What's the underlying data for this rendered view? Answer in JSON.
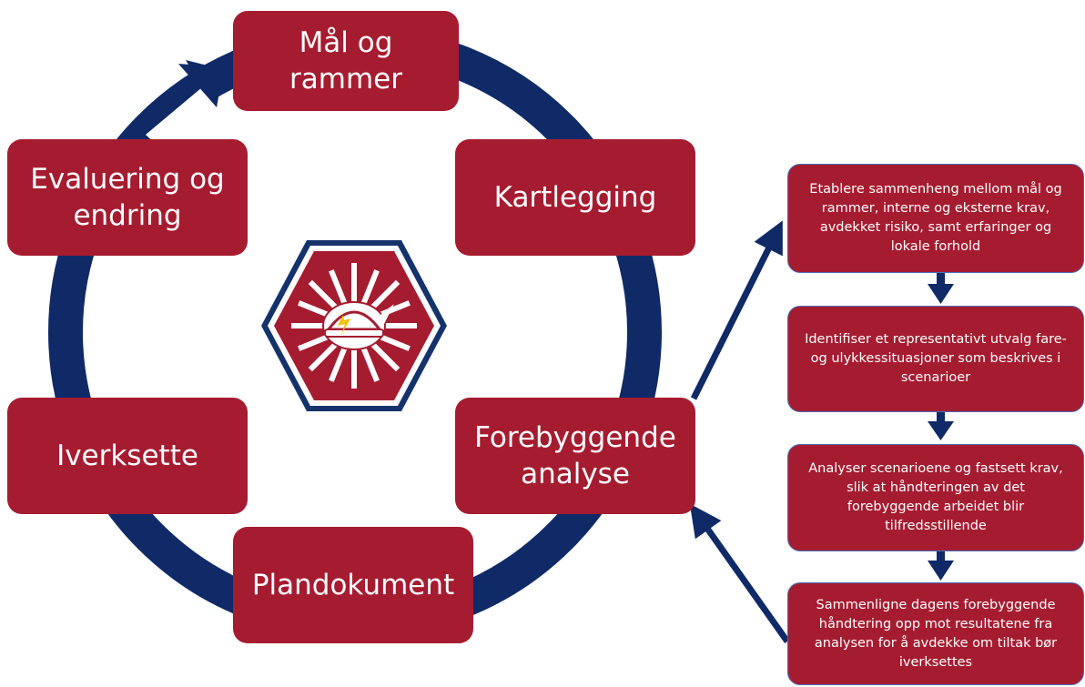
{
  "cycle": {
    "goals": "Mål og rammer",
    "mapping": "Kartlegging",
    "analysis": "Forebyggende analyse",
    "plan": "Plandokument",
    "implement": "Iverksette",
    "evaluate": "Evaluering og endring"
  },
  "analysis_steps": [
    "Etablere sammenheng mellom mål og rammer, interne og eksterne krav, avdekket risiko, samt erfaringer og lokale forhold",
    "Identifiser et representativt utvalg fare- og ulykkessituasjoner som beskrives i scenarioer",
    "Analyser scenarioene og fastsett krav, slik at håndteringen av det forebyggende arbeidet blir tilfredsstillende",
    "Sammenligne dagens forebyggende håndtering opp mot resultatene fra analysen for å avdekke om tiltak bør iverksettes"
  ],
  "colors": {
    "box": "#a51c30",
    "ring": "#0f2a66",
    "flow_border": "#4a6fb5"
  },
  "icons": {
    "center_logo": "fire-service-emblem-icon"
  }
}
